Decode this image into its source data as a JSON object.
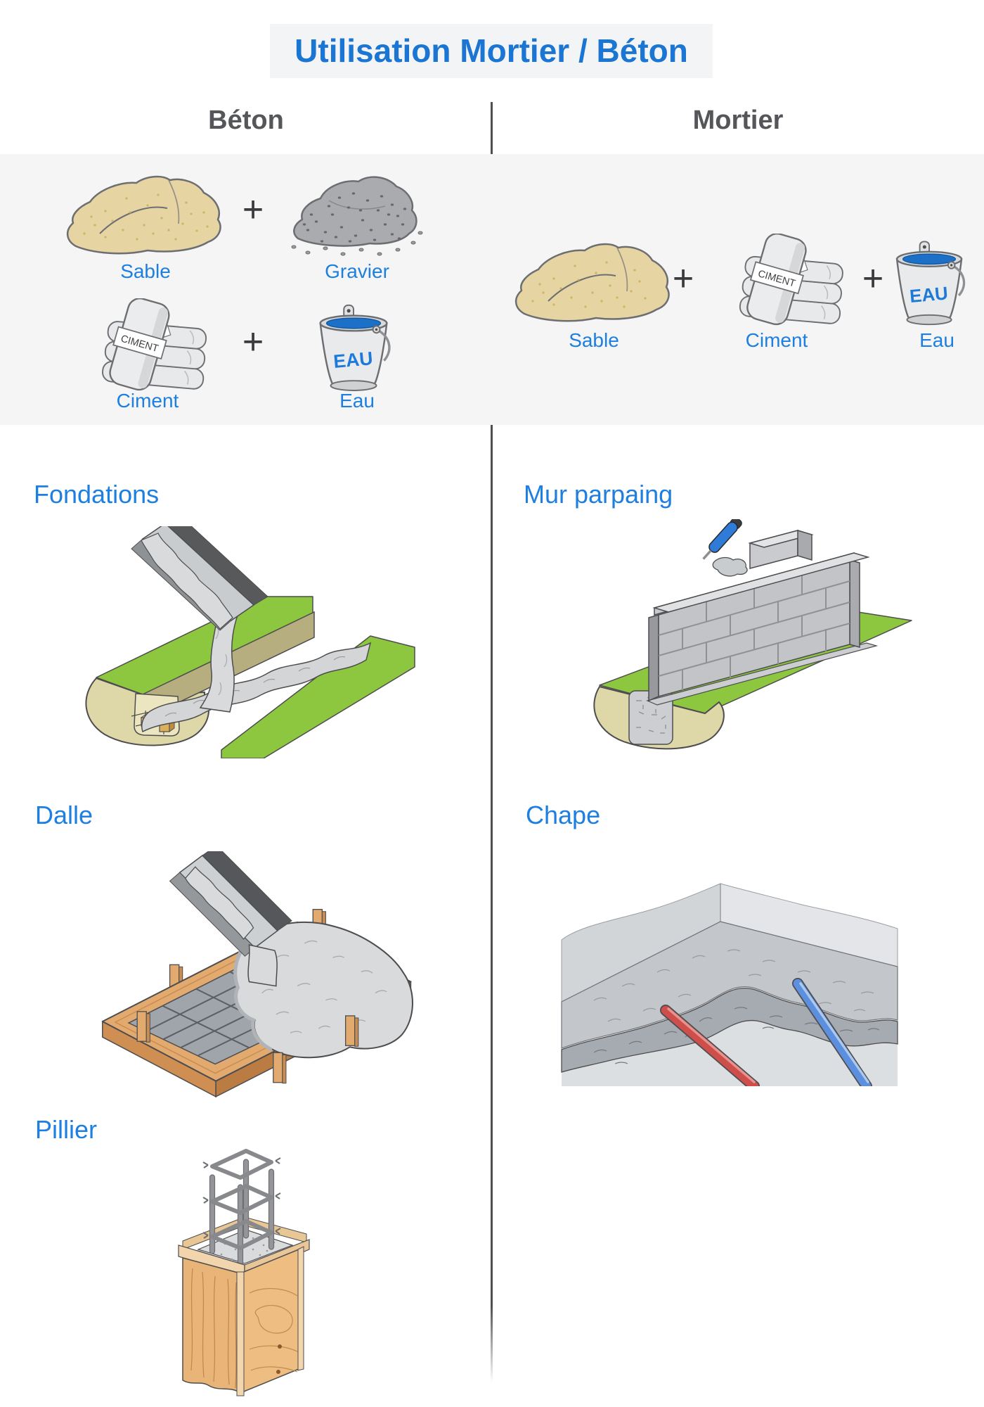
{
  "title": "Utilisation Mortier / Béton",
  "colors": {
    "accent_blue": "#1d7fe0",
    "title_blue": "#1a76d2",
    "header_gray": "#55565a",
    "band_background": "#f5f5f6",
    "grass_green": "#8dc63f",
    "earth_tan": "#ded8a8",
    "sand_tan": "#e6d5a3",
    "gravel_gray": "#a9abae",
    "concrete_gray": "#d3d5d7",
    "water_blue": "#1d70c8",
    "wood_orange": "#e2aa6e"
  },
  "beton": {
    "header": "Béton",
    "ingredients": {
      "row1": {
        "first": "Sable",
        "plus": "+",
        "second": "Gravier"
      },
      "row2": {
        "first": "Ciment",
        "plus": "+",
        "second": "Eau"
      }
    },
    "sections": [
      {
        "label": "Fondations"
      },
      {
        "label": "Dalle"
      },
      {
        "label": "Pillier"
      }
    ]
  },
  "mortier": {
    "header": "Mortier",
    "ingredients": {
      "first": "Sable",
      "plus1": "+",
      "second": "Ciment",
      "plus2": "+",
      "third": "Eau"
    },
    "sections": [
      {
        "label": "Mur parpaing"
      },
      {
        "label": "Chape"
      }
    ]
  },
  "icon_labels": {
    "cement_bag": "CIMENT",
    "water_bucket": "EAU"
  }
}
